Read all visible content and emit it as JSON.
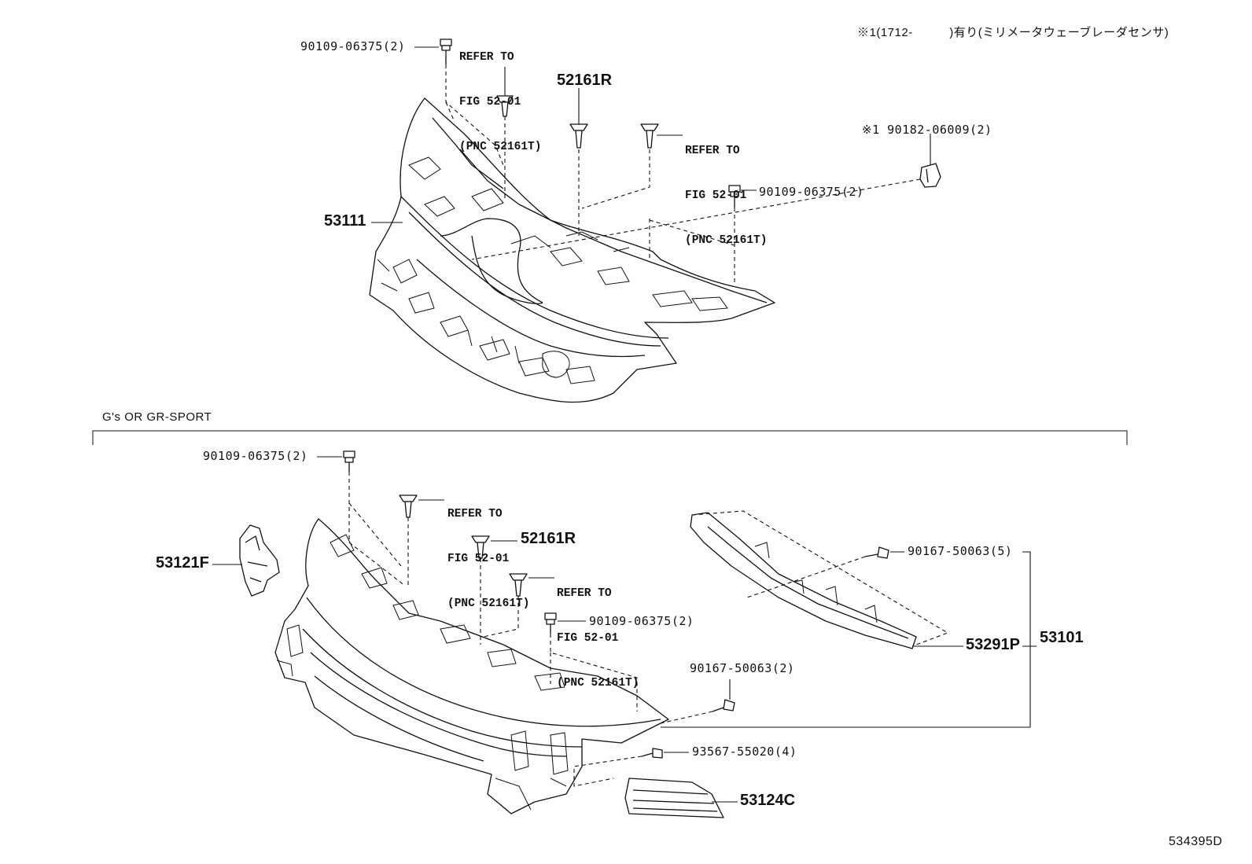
{
  "note": "※1(1712-　　　)有り(ミリメータウェーブレーダセンサ)",
  "figure_id": "534395D",
  "section_label": "G's OR GR-SPORT",
  "refer": {
    "line1": "REFER TO",
    "line2": "FIG 52-01",
    "line3": "(PNC 52161T)"
  },
  "upper": {
    "bolt_left": "90109-06375(2)",
    "clip_r": "52161R",
    "bolt_right": "90109-06375(2)",
    "sensor_clip": "※1 90182-06009(2)",
    "grille": "53111"
  },
  "lower": {
    "bolt_top": "90109-06375(2)",
    "clip_r": "52161R",
    "bolt_mid": "90109-06375(2)",
    "screw_a": "90167-50063(5)",
    "screw_b": "90167-50063(2)",
    "screw_c": "93567-55020(4)",
    "emblem": "53121F",
    "molding": "53291P",
    "assembly": "53101",
    "lower_grille": "53124C"
  },
  "icons": [
    "bolt-icon",
    "clip-icon",
    "screw-icon",
    "sensor-clip-icon"
  ]
}
